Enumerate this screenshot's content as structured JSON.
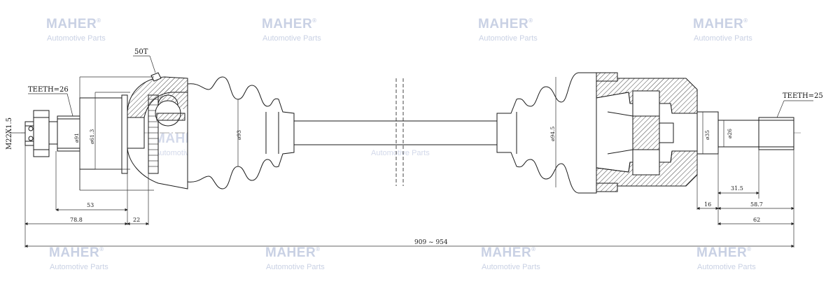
{
  "watermark": {
    "brand": "MAHER",
    "registered_mark": "®",
    "subtitle": "Automotive Parts"
  },
  "callouts": {
    "teeth_left": "TEETH=26",
    "teeth_right": "TEETH=25",
    "thread": "M22X1.5",
    "tone_ring": "50T"
  },
  "diameters": {
    "outer_stub": "ø91",
    "outer_inner": "ø61.3",
    "outer_boot": "ø93",
    "inner_boot": "ø94.5",
    "inner_neck": "ø35",
    "inner_stub": "ø26"
  },
  "dimensions": {
    "d53": "53",
    "d78_8": "78.8",
    "d22": "22",
    "d16": "16",
    "d31_5": "31.5",
    "d58_7": "58.7",
    "d62": "62",
    "total_length": "909 ~ 954"
  },
  "colors": {
    "line": "#1a1a1a",
    "hatch": "#444444",
    "watermark": "#c9d1e4",
    "background": "#ffffff"
  }
}
